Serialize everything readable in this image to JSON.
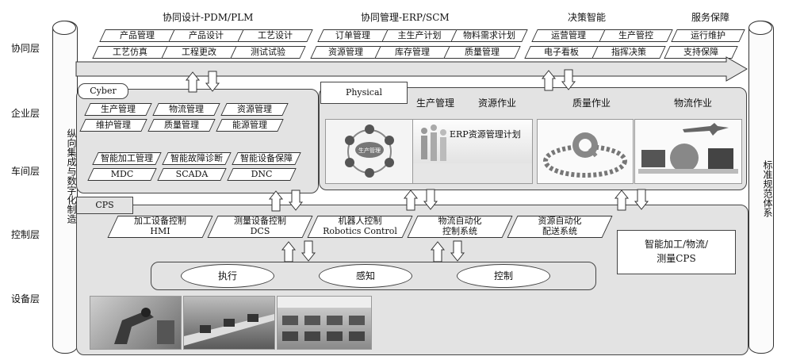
{
  "layers": [
    "协同层",
    "企业层",
    "车间层",
    "控制层",
    "设备层"
  ],
  "left_pillar": "纵向集成与数字化制造",
  "right_pillar": "标准规范体系",
  "groups": {
    "pdm": {
      "title": "协同设计-PDM/PLM",
      "items": [
        "产品管理",
        "产品设计",
        "工艺设计",
        "工艺仿真",
        "工程更改",
        "测试试验"
      ]
    },
    "erp": {
      "title": "协同管理-ERP/SCM",
      "items": [
        "订单管理",
        "主生产计划",
        "物料需求计划",
        "资源管理",
        "库存管理",
        "质量管理"
      ]
    },
    "decision": {
      "title": "决策智能",
      "items": [
        "运营管理",
        "生产管控",
        "电子看板",
        "指挥决策"
      ]
    },
    "service": {
      "title": "服务保障",
      "items": [
        "运行维护",
        "支持保障"
      ]
    }
  },
  "cyber": {
    "label": "Cyber",
    "enterprise": [
      "生产管理",
      "物流管理",
      "资源管理",
      "维护管理",
      "质量管理",
      "能源管理"
    ],
    "workshop": [
      "智能加工管理",
      "智能故障诊断",
      "智能设备保障"
    ],
    "systems": [
      "MDC",
      "SCADA",
      "DNC"
    ]
  },
  "physical": {
    "label": "Physical",
    "headers": [
      "生产管理",
      "资源作业",
      "质量作业",
      "物流作业"
    ],
    "erp_caption": "ERP资源管理计划",
    "center_label": "生产管理"
  },
  "cps": {
    "label": "CPS",
    "controls": [
      {
        "l1": "加工设备控制",
        "l2": "HMI"
      },
      {
        "l1": "测量设备控制",
        "l2": "DCS"
      },
      {
        "l1": "机器人控制",
        "l2": "Robotics Control"
      },
      {
        "l1": "物流自动化",
        "l2": "控制系统"
      },
      {
        "l1": "资源自动化",
        "l2": "配送系统"
      }
    ],
    "right_box_l1": "智能加工/物流/",
    "right_box_l2": "测量CPS",
    "actions": [
      "执行",
      "感知",
      "控制"
    ]
  },
  "colors": {
    "panel": "#e3e3e3",
    "arrow_fill": "#ffffff",
    "stroke": "#333333"
  }
}
